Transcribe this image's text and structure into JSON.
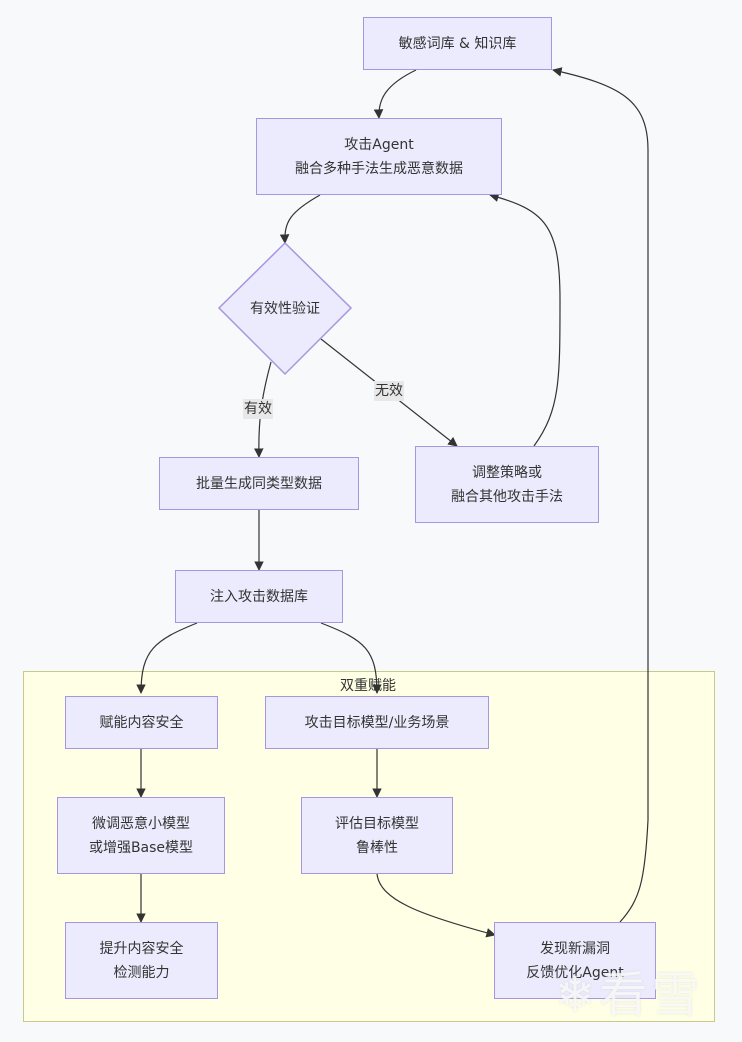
{
  "nodes": {
    "knowledge_base": "敏感词库 & 知识库",
    "attack_agent": "攻击Agent\n融合多种手法生成恶意数据",
    "validity_check": "有效性验证",
    "batch_generate": "批量生成同类型数据",
    "adjust_strategy": "调整策略或\n融合其他攻击手法",
    "inject_db": "注入攻击数据库",
    "empower_safety": "赋能内容安全",
    "attack_target": "攻击目标模型/业务场景",
    "finetune_model": "微调恶意小模型\n或增强Base模型",
    "evaluate_robustness": "评估目标模型\n鲁棒性",
    "improve_detection": "提升内容安全\n检测能力",
    "find_vulnerability": "发现新漏洞\n反馈优化Agent"
  },
  "edge_labels": {
    "valid": "有效",
    "invalid": "无效"
  },
  "cluster": {
    "title": "双重赋能"
  },
  "watermark": "❄看雪",
  "colors": {
    "node_fill": "#ecebfd",
    "node_stroke": "#a895e0",
    "cluster_fill": "#ffffe6",
    "cluster_stroke": "#c9c98a",
    "edge": "#333333",
    "background": "#f8f9fb"
  }
}
